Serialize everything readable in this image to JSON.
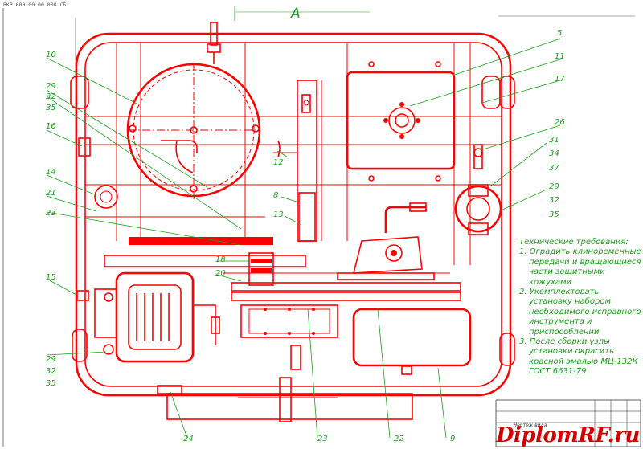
{
  "view_label": "A",
  "callouts": {
    "c5": "5",
    "c10": "10",
    "c11": "11",
    "c17": "17",
    "c26": "26",
    "c29a": "29",
    "c32a": "32",
    "c35a": "35",
    "c16": "16",
    "c14": "14",
    "c21": "21",
    "c23a": "23",
    "c12": "12",
    "c8": "8",
    "c13": "13",
    "c31": "31",
    "c34": "34",
    "c37": "37",
    "c29b": "29",
    "c32b": "32",
    "c35b": "35",
    "c18": "18",
    "c20": "20",
    "c15": "15",
    "c29c": "29",
    "c32c": "32",
    "c35c": "35",
    "c24": "24",
    "c23b": "23",
    "c22": "22",
    "c9": "9"
  },
  "notes": {
    "heading": "Технические требования:",
    "l1": "1. Оградить клиноременные",
    "l2": "передачи и вращающиеся",
    "l3": "части защитными",
    "l4": "кожухами",
    "l5": "2. Укомплектовать",
    "l6": "установку набором",
    "l7": "необходимого исправного",
    "l8": "инструмента и",
    "l9": "приспособлений",
    "l10": "3. После сборки узлы",
    "l11": "установки окрасить",
    "l12": "красной эмалью МЦ-132К",
    "l13": "ГОСТ 6631-79"
  },
  "stamp": "ВКР.000.00.00.000 СБ",
  "title_block_label": "Чертеж вида",
  "watermark": "DiplomRF.ru",
  "colors": {
    "drawing": "#ff0000",
    "callouts": "#1aa01a",
    "watermark": "#d40000"
  }
}
